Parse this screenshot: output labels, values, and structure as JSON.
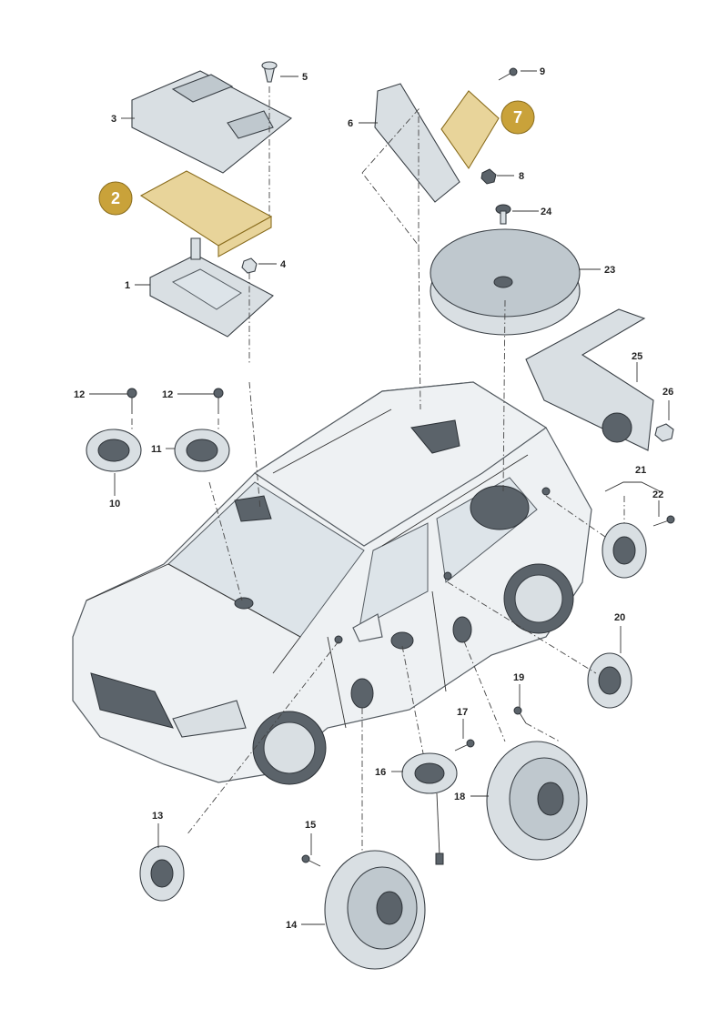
{
  "badges": [
    {
      "id": "2",
      "text": "2",
      "color": "#c9a23a"
    },
    {
      "id": "7",
      "text": "7",
      "color": "#c9a23a"
    }
  ],
  "labels": {
    "l1": "1",
    "l3": "3",
    "l4": "4",
    "l5": "5",
    "l6": "6",
    "l8": "8",
    "l9": "9",
    "l10": "10",
    "l11": "11",
    "l12a": "12",
    "l12b": "12",
    "l13": "13",
    "l14": "14",
    "l15": "15",
    "l16": "16",
    "l17": "17",
    "l18": "18",
    "l19": "19",
    "l20": "20",
    "l21": "21",
    "l22": "22",
    "l23": "23",
    "l24": "24",
    "l25": "25",
    "l26": "26"
  },
  "colors": {
    "highlight": "#c9a23a",
    "part_fill": "#d9dfe3",
    "outline": "#3a4046"
  }
}
